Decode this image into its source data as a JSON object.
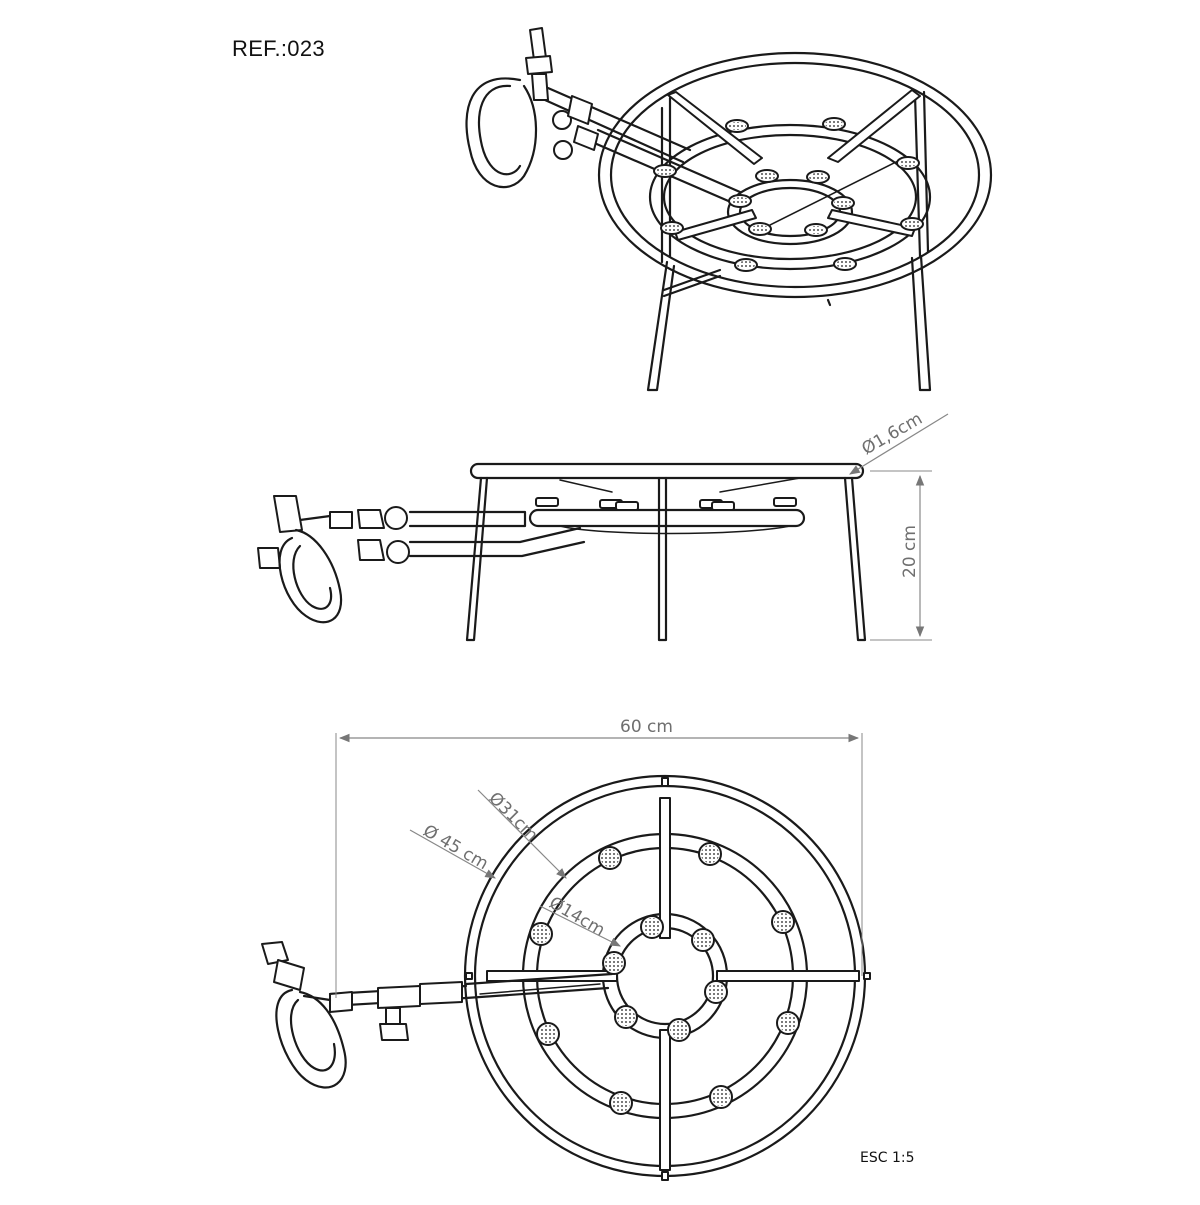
{
  "sheet": {
    "ref_label": "REF.:023",
    "scale_label": "ESC 1:5"
  },
  "dimensions": {
    "pipe_diameter": "Ø1,6cm",
    "height": "20 cm",
    "width": "60 cm",
    "ring_middle": "Ø31cm",
    "ring_outer": "Ø 45 cm",
    "ring_inner": "Ø14cm"
  }
}
